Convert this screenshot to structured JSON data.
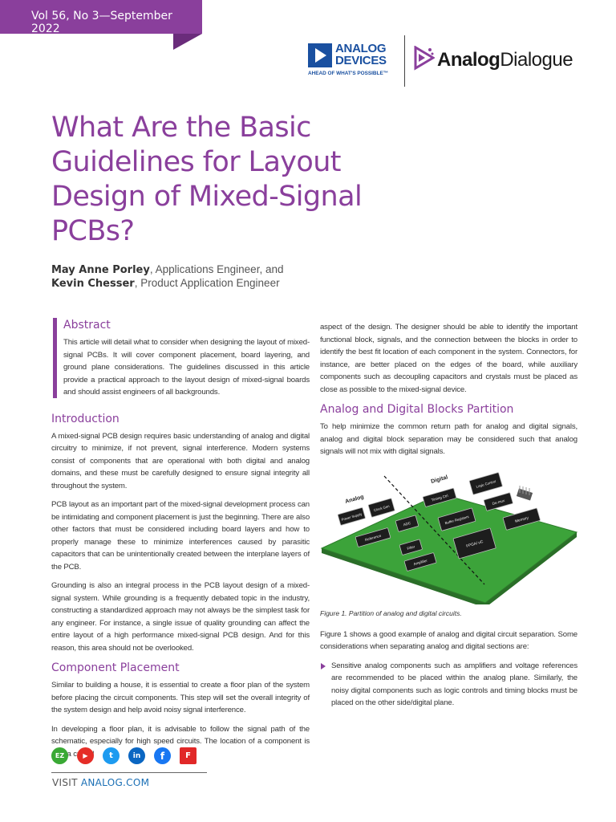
{
  "issue": "Vol 56, No 3—September 2022",
  "logos": {
    "company_line1": "ANALOG",
    "company_line2": "DEVICES",
    "company_tagline": "AHEAD OF WHAT'S POSSIBLE™",
    "publication_bold": "Analog",
    "publication_light": "Dialogue"
  },
  "title": "What Are the Basic Guidelines for Layout Design of Mixed-Signal PCBs?",
  "authors": [
    {
      "name": "May Anne Porley",
      "role": ", Applications Engineer, and"
    },
    {
      "name": "Kevin Chesser",
      "role": ", Product Application Engineer"
    }
  ],
  "abstract": {
    "heading": "Abstract",
    "text": "This article will detail what to consider when designing the layout of mixed-signal PCBs. It will cover component placement, board layering, and ground plane considerations. The guidelines discussed in this article provide a practical approach to the layout design of mixed-signal boards and should assist engineers of all backgrounds."
  },
  "introduction": {
    "heading": "Introduction",
    "paragraphs": [
      "A mixed-signal PCB design requires basic understanding of analog and digital circuitry to minimize, if not prevent, signal interference. Modern systems consist of components that are operational with both digital and analog domains, and these must be carefully designed to ensure signal integrity all throughout the system.",
      "PCB layout as an important part of the mixed-signal development process can be intimidating and component placement is just the beginning. There are also other factors that must be considered including board layers and how to properly manage these to minimize interferences caused by parasitic capacitors that can be unintentionally created between the interplane layers of the PCB.",
      "Grounding is also an integral process in the PCB layout design of a mixed-signal system. While grounding is a frequently debated topic in the industry, constructing a standardized approach may not always be the simplest task for any engineer. For instance, a single issue of quality grounding can affect the entire layout of a high performance mixed-signal PCB design. And for this reason, this area should not be overlooked."
    ]
  },
  "component_placement": {
    "heading": "Component Placement",
    "paragraphs": [
      "Similar to building a house, it is essential to create a floor plan of the system before placing the circuit components. This step will set the overall integrity of the system design and help avoid noisy signal interference.",
      "In developing a floor plan, it is advisable to follow the signal path of the schematic, especially for high speed circuits. The location of a component is also a critical"
    ]
  },
  "right_column": {
    "continuation": "aspect of the design. The designer should be able to identify the important functional block, signals, and the connection between the blocks in order to identify the best fit location of each component in the system. Connectors, for instance, are better placed on the edges of the board, while auxiliary components such as decoupling capacitors and crystals must be placed as close as possible to the mixed-signal device.",
    "partition_heading": "Analog and Digital Blocks Partition",
    "partition_text": "To help minimize the common return path for analog and digital signals, analog and digital block separation may be considered such that analog signals will not mix with digital signals.",
    "figure_caption": "Figure 1. Partition of analog and digital circuits.",
    "after_figure": "Figure 1 shows a good example of analog and digital circuit separation. Some considerations when separating analog and digital sections are:",
    "bullets": [
      "Sensitive analog components such as amplifiers and voltage references are recommended to be placed within the analog plane. Similarly, the noisy digital components such as logic controls and timing blocks must be placed on the other side/digital plane."
    ]
  },
  "figure_labels": {
    "analog": "Analog",
    "digital": "Digital",
    "chips": [
      "Power Supply",
      "Clock Gen",
      "ADC",
      "Reference",
      "Filter",
      "Amplifier",
      "Timing Ctrl",
      "Logic Control",
      "Buffer Registers",
      "De-mux",
      "FPGA/ uC",
      "Memory"
    ]
  },
  "footer": {
    "visit_prefix": "VISIT ",
    "site": "ANALOG.COM"
  },
  "social_icons": [
    {
      "name": "ez-icon",
      "glyph": "EZ",
      "color": "#3aa935"
    },
    {
      "name": "youtube-icon",
      "glyph": "▶",
      "color": "#e52d27"
    },
    {
      "name": "twitter-icon",
      "glyph": "t",
      "color": "#1d9bf0"
    },
    {
      "name": "linkedin-icon",
      "glyph": "in",
      "color": "#0a66c2"
    },
    {
      "name": "facebook-icon",
      "glyph": "f",
      "color": "#1877f2"
    },
    {
      "name": "flipboard-icon",
      "glyph": "F",
      "color": "#e12828"
    }
  ],
  "colors": {
    "accent": "#8a3f9c",
    "brand_blue": "#1a50a0",
    "board_green": "#3ca33a"
  }
}
